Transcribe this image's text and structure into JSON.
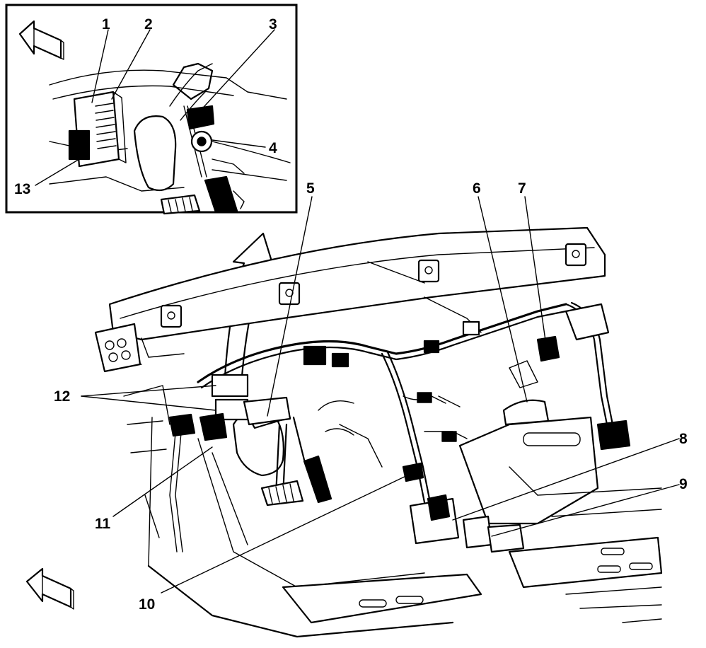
{
  "diagram": {
    "colors": {
      "ink": "#000000",
      "paper": "#ffffff"
    },
    "icons": [
      "forward-arrow-icon",
      "forward-arrow-icon",
      "curved-arrow-icon"
    ],
    "callouts": [
      {
        "id": "c1",
        "text": "1"
      },
      {
        "id": "c2",
        "text": "2"
      },
      {
        "id": "c3",
        "text": "3"
      },
      {
        "id": "c4",
        "text": "4"
      },
      {
        "id": "c5",
        "text": "5"
      },
      {
        "id": "c6",
        "text": "6"
      },
      {
        "id": "c7",
        "text": "7"
      },
      {
        "id": "c8",
        "text": "8"
      },
      {
        "id": "c9",
        "text": "9"
      },
      {
        "id": "c10",
        "text": "10"
      },
      {
        "id": "c11",
        "text": "11"
      },
      {
        "id": "c12",
        "text": "12"
      },
      {
        "id": "c13",
        "text": "13"
      }
    ]
  }
}
